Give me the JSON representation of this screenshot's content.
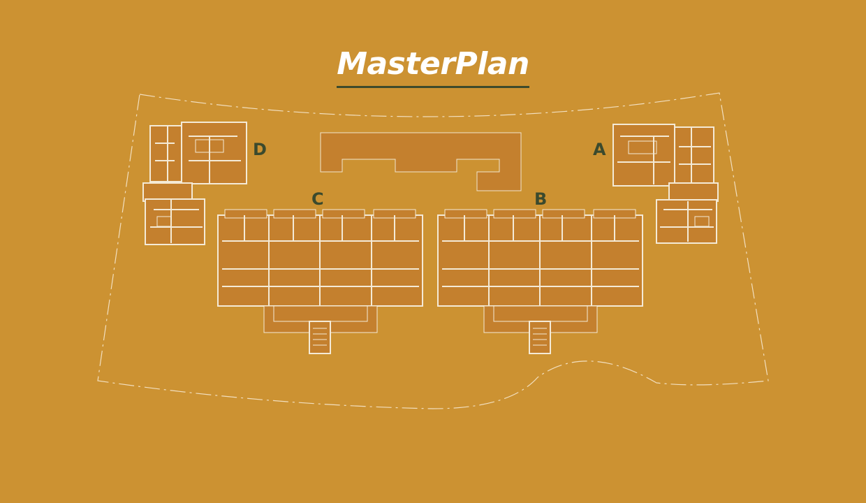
{
  "title": "MasterPlan",
  "colors": {
    "background": "#cc9232",
    "building_fill": "#c4802e",
    "wall": "#f4ead6",
    "label": "#3b4a2d",
    "underline": "#3d4a2c"
  },
  "buildings": {
    "a": {
      "label": "A"
    },
    "b": {
      "label": "B"
    },
    "c": {
      "label": "C"
    },
    "d": {
      "label": "D"
    }
  }
}
